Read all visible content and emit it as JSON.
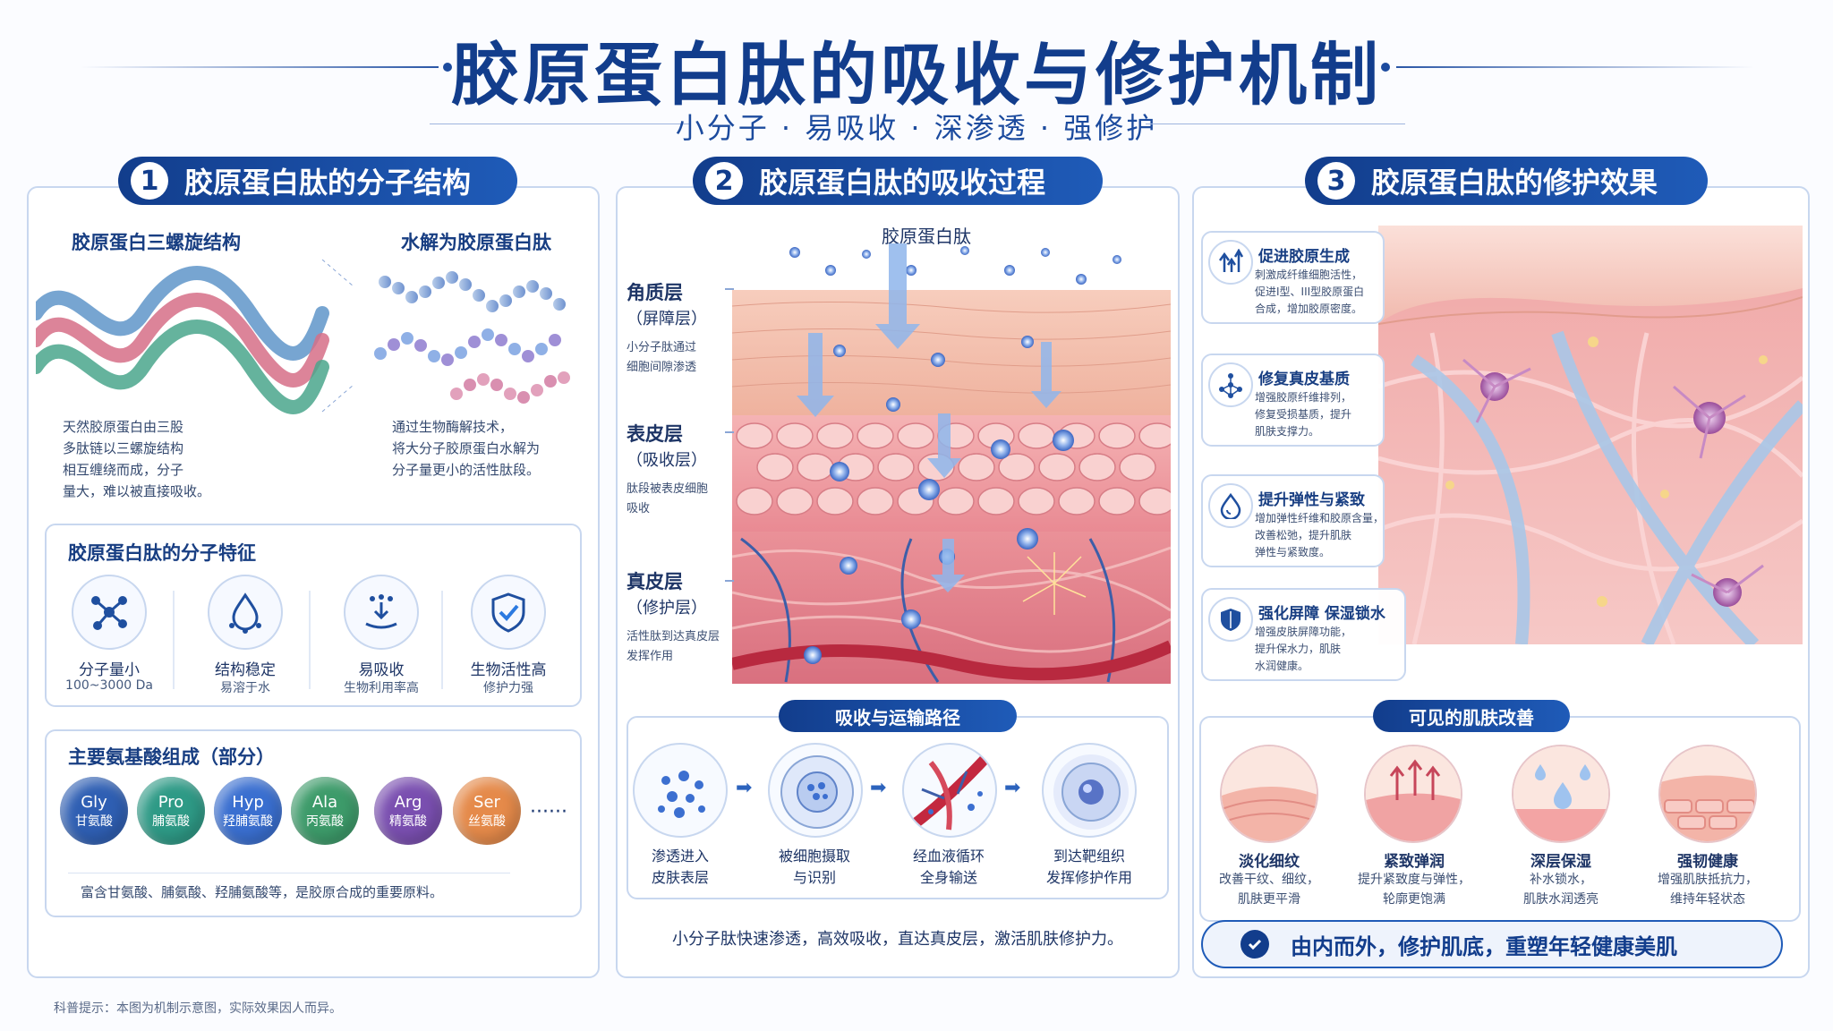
{
  "header": {
    "title": "胶原蛋白肽的吸收与修护机制",
    "subtitle": "小分子 · 易吸收 · 深渗透 · 强修护"
  },
  "panel1": {
    "num": "1",
    "title": "胶原蛋白肽的分子结构",
    "helix_label": "胶原蛋白三螺旋结构",
    "hydro_label": "水解为胶原蛋白肽",
    "helix_desc": [
      "天然胶原蛋白由三股",
      "多肽链以三螺旋结构",
      "相互缠绕而成，分子",
      "量大，难以被直接吸收。"
    ],
    "hydro_desc": [
      "通过生物酶解技术，",
      "将大分子胶原蛋白水解为",
      "分子量更小的活性肽段。"
    ],
    "features_title": "胶原蛋白肽的分子特征",
    "features": [
      {
        "icon": "molecule-icon",
        "label": "分子量小",
        "sub": "100~3000 Da"
      },
      {
        "icon": "water-drop-icon",
        "label": "结构稳定",
        "sub": "易溶于水"
      },
      {
        "icon": "absorb-icon",
        "label": "易吸收",
        "sub": "生物利用率高"
      },
      {
        "icon": "shield-check-icon",
        "label": "生物活性高",
        "sub": "修护力强"
      }
    ],
    "amino_title": "主要氨基酸组成（部分）",
    "aminos": [
      {
        "abbr": "Gly",
        "cn": "甘氨酸",
        "color": "#2f5fb3"
      },
      {
        "abbr": "Pro",
        "cn": "脯氨酸",
        "color": "#2e9a86"
      },
      {
        "abbr": "Hyp",
        "cn": "羟脯氨酸",
        "color": "#3a6fd0"
      },
      {
        "abbr": "Ala",
        "cn": "丙氨酸",
        "color": "#3d9b6a"
      },
      {
        "abbr": "Arg",
        "cn": "精氨酸",
        "color": "#7a4fb0"
      },
      {
        "abbr": "Ser",
        "cn": "丝氨酸",
        "color": "#e58a4a"
      }
    ],
    "amino_more": "······",
    "amino_note": "富含甘氨酸、脯氨酸、羟脯氨酸等，是胶原合成的重要原料。"
  },
  "panel2": {
    "num": "2",
    "title": "胶原蛋白肽的吸收过程",
    "top_label": "胶原蛋白肽",
    "layers": [
      {
        "name": "角质层",
        "sub": "（屏障层）",
        "desc": [
          "小分子肽通过",
          "细胞间隙渗透"
        ]
      },
      {
        "name": "表皮层",
        "sub": "（吸收层）",
        "desc": [
          "肽段被表皮细胞",
          "吸收"
        ]
      },
      {
        "name": "真皮层",
        "sub": "（修护层）",
        "desc": [
          "活性肽到达真皮层",
          "发挥作用"
        ]
      }
    ],
    "path_title": "吸收与运输路径",
    "steps": [
      {
        "l1": "渗透进入",
        "l2": "皮肤表层"
      },
      {
        "l1": "被细胞摄取",
        "l2": "与识别"
      },
      {
        "l1": "经血液循环",
        "l2": "全身输送"
      },
      {
        "l1": "到达靶组织",
        "l2": "发挥修护作用"
      }
    ],
    "footer": "小分子肽快速渗透，高效吸收，直达真皮层，激活肌肤修护力。"
  },
  "panel3": {
    "num": "3",
    "title": "胶原蛋白肽的修护效果",
    "effects": [
      {
        "icon": "growth-arrows-icon",
        "title": "促进胶原生成",
        "desc": [
          "刺激成纤维细胞活性，",
          "促进I型、III型胶原蛋白",
          "合成，增加胶原密度。"
        ]
      },
      {
        "icon": "network-icon",
        "title": "修复真皮基质",
        "desc": [
          "增强胶原纤维排列，",
          "修复受损基质，提升",
          "肌肤支撑力。"
        ]
      },
      {
        "icon": "droplet-icon",
        "title": "提升弹性与紧致",
        "desc": [
          "增加弹性纤维和胶原含量，",
          "改善松弛，提升肌肤",
          "弹性与紧致度。"
        ]
      },
      {
        "icon": "shield-icon",
        "title": "强化屏障 保湿锁水",
        "desc": [
          "增强皮肤屏障功能，",
          "提升保水力，肌肤",
          "水润健康。"
        ]
      }
    ],
    "visible_title": "可见的肌肤改善",
    "visible": [
      {
        "title": "淡化细纹",
        "d1": "改善干纹、细纹，",
        "d2": "肌肤更平滑"
      },
      {
        "title": "紧致弹润",
        "d1": "提升紧致度与弹性，",
        "d2": "轮廓更饱满"
      },
      {
        "title": "深层保湿",
        "d1": "补水锁水，",
        "d2": "肌肤水润透亮"
      },
      {
        "title": "强韧健康",
        "d1": "增强肌肤抵抗力，",
        "d2": "维持年轻状态"
      }
    ],
    "banner": "由内而外，修护肌底，重塑年轻健康美肌"
  },
  "footnote": "科普提示：本图为机制示意图，实际效果因人而异。",
  "colors": {
    "primary": "#123d8c",
    "accent": "#1f5bb8",
    "border": "#c8d7ef",
    "skin": "#f2b5b0"
  }
}
